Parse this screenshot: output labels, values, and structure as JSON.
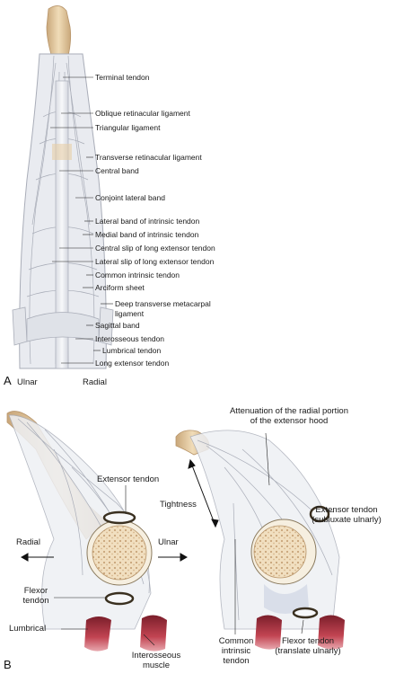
{
  "panel_a": {
    "letter": "A",
    "side_left": "Ulnar",
    "side_right": "Radial",
    "labels": [
      "Terminal tendon",
      "Oblique retinacular ligament",
      "Triangular ligament",
      "Transverse retinacular ligament",
      "Central band",
      "Conjoint lateral band",
      "Lateral band of intrinsic tendon",
      "Medial band of intrinsic tendon",
      "Central slip of long extensor tendon",
      "Lateral slip of long extensor tendon",
      "Common intrinsic tendon",
      "Arciform sheet",
      "Deep transverse metacarpal",
      "ligament",
      "Sagittal band",
      "Interosseous tendon",
      "Lumbrical tendon",
      "Long extensor tendon"
    ]
  },
  "panel_b": {
    "letter": "B",
    "left": {
      "extensor_tendon": "Extensor tendon",
      "radial": "Radial",
      "ulnar": "Ulnar",
      "flexor_tendon_1": "Flexor",
      "flexor_tendon_2": "tendon",
      "lumbrical": "Lumbrical",
      "interosseous_1": "Interosseous",
      "interosseous_2": "muscle"
    },
    "right": {
      "attenuation_1": "Attenuation of the radial portion",
      "attenuation_2": "of the extensor hood",
      "tightness": "Tightness",
      "extensor_1": "Extensor tendon",
      "extensor_2": "(subluxate ulnarly)",
      "common_1": "Common",
      "common_2": "intrinsic",
      "common_3": "tendon",
      "flexor_1": "Flexor tendon",
      "flexor_2": "(translate ulnarly)"
    }
  },
  "colors": {
    "bone": "#e8cfa6",
    "bone_shadow": "#c9a77a",
    "tendon": "#eef0f4",
    "tendon_line": "#a9adb8",
    "muscle": "#b43a46",
    "leader": "#222222"
  }
}
